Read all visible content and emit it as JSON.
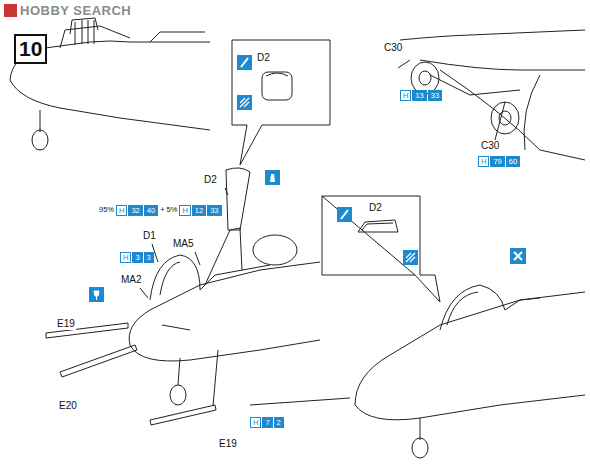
{
  "diagram": {
    "labels": [
      "HOBBY SEARCH",
      "10",
      "D2",
      "C30",
      "H",
      "13",
      "33",
      "C30",
      "H",
      "79",
      "60",
      "D2",
      "95%",
      "H",
      "32",
      "40",
      "+ 5%",
      "H",
      "12",
      "33",
      "D1",
      "MA5",
      "H",
      "3",
      "3",
      "MA2",
      "E19",
      "E20",
      "H",
      "7",
      "2",
      "E19",
      "D2"
    ]
  }
}
